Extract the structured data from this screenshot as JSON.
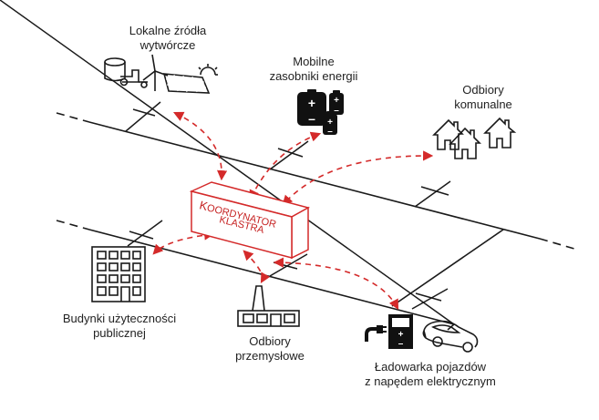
{
  "diagram": {
    "title": "Energy cluster coordination diagram",
    "coordinator": {
      "line1_first": "K",
      "line1_rest": "OORDYNATOR",
      "line2": "KLASTRA",
      "color": "#d42a2a"
    },
    "nodes": [
      {
        "id": "local-sources",
        "lines": [
          "Lokalne źródła",
          "wytwórcze"
        ],
        "icon": "generation-sources-icon"
      },
      {
        "id": "mobile-storage",
        "lines": [
          "Mobilne",
          "zasobniki energii"
        ],
        "icon": "battery-icon"
      },
      {
        "id": "municipal-loads",
        "lines": [
          "Odbiory",
          "komunalne"
        ],
        "icon": "houses-icon"
      },
      {
        "id": "public-buildings",
        "lines": [
          "Budynki użyteczności",
          "publicznej"
        ],
        "icon": "office-building-icon"
      },
      {
        "id": "industrial-loads",
        "lines": [
          "Odbiory",
          "przemysłowe"
        ],
        "icon": "factory-icon"
      },
      {
        "id": "ev-charger",
        "lines": [
          "Ładowarka pojazdów",
          "z napędem elektrycznym"
        ],
        "icon": "ev-charger-icon"
      }
    ],
    "battery_signs": {
      "plus": "+",
      "minus": "–"
    },
    "colors": {
      "line": "#1a1a1a",
      "flow": "#d42a2a",
      "text": "#222222"
    }
  }
}
